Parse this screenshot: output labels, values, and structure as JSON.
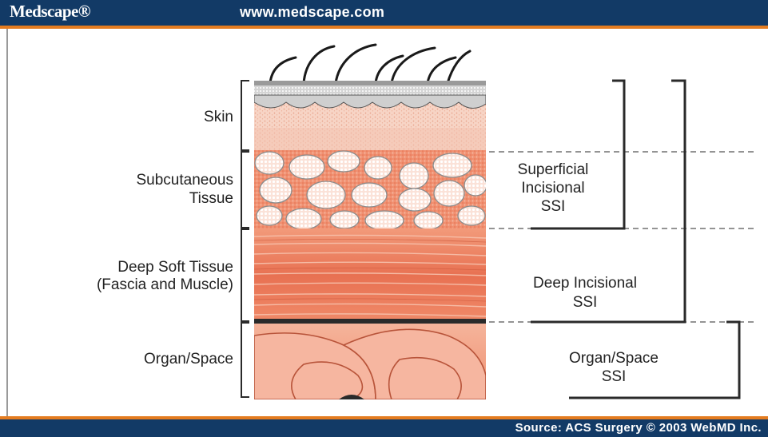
{
  "header": {
    "brand": "Medscape®",
    "url": "www.medscape.com"
  },
  "layers": {
    "skin": "Skin",
    "subcutaneous_1": "Subcutaneous",
    "subcutaneous_2": "Tissue",
    "deep_1": "Deep Soft Tissue",
    "deep_2": "(Fascia and Muscle)",
    "organ": "Organ/Space"
  },
  "classifications": {
    "superficial_1": "Superficial",
    "superficial_2": "Incisional",
    "superficial_3": "SSI",
    "deep_1": "Deep Incisional",
    "deep_2": "SSI",
    "organ_1": "Organ/Space",
    "organ_2": "SSI"
  },
  "footer": {
    "source": "Source: ACS Surgery © 2003 WebMD Inc."
  },
  "colors": {
    "header_bg": "#123a66",
    "accent": "#e47c20",
    "skin": "#f3c7b3",
    "fat": "#ef9c7c",
    "muscle": "#e66f4c",
    "organ": "#f2a083"
  }
}
